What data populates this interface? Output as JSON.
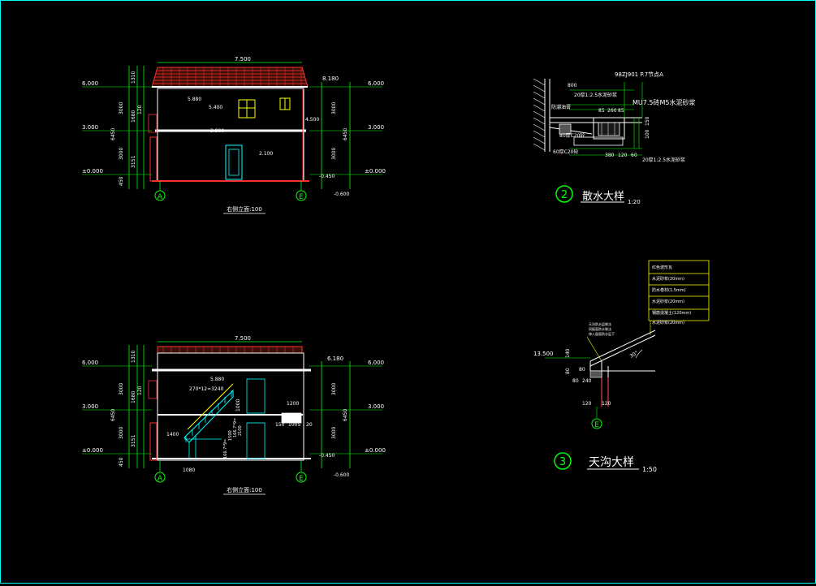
{
  "colors": {
    "background": "#000000",
    "frame": "#00ffff",
    "white": "#ffffff",
    "green": "#00ff00",
    "yellow": "#ffff00",
    "red": "#ff3030",
    "cyan": "#00ffff",
    "magenta": "#ff00ff"
  },
  "elevation": {
    "title": "右侧立面:100",
    "width_dim": "7.500",
    "ridge": "8.180",
    "levels_left": [
      "6.000",
      "3.000",
      "±0.000"
    ],
    "levels_right": [
      "6.000",
      "3.000",
      "±0.000"
    ],
    "left_dims": [
      "3000",
      "3000",
      "6450",
      "1310",
      "120",
      "1680",
      "3151",
      "450"
    ],
    "right_dims": [
      "3000",
      "3000",
      "6450"
    ],
    "inner_marks": [
      "5.880",
      "5.400",
      "4.500",
      "3.900",
      "2.100"
    ],
    "minus_marks": [
      "-0.450",
      "-0.600"
    ],
    "axes": [
      "A",
      "E"
    ]
  },
  "section": {
    "title": "右侧立面:100",
    "width_dim": "7.500",
    "ridge": "6.180",
    "levels_left": [
      "6.000",
      "3.000",
      "±0.000"
    ],
    "levels_right": [
      "6.000",
      "3.000",
      "±0.000"
    ],
    "left_dims": [
      "3000",
      "3000",
      "6450",
      "1310",
      "120",
      "1680",
      "3151",
      "450"
    ],
    "right_dims": [
      "3000",
      "3000",
      "6450"
    ],
    "marks": [
      "5.880",
      "270*12=3240",
      "1200",
      "1000",
      "1400",
      "150",
      "1005",
      "20",
      "1080",
      "-0.450",
      "-0.600"
    ],
    "stair_marks": [
      "166.7*9=",
      "1500",
      "166.7*9=",
      "2100"
    ],
    "axes": [
      "A",
      "E"
    ]
  },
  "detail2": {
    "number": "2",
    "title": "散水大样",
    "scale": "1:20",
    "labels": [
      "98ZJ901 P.7节点A",
      "800",
      "20厚1:2.5水泥砂浆",
      "85",
      "260",
      "85",
      "MU7.5砖M5水泥砂浆",
      "防潮油膏",
      "80厚C20砼",
      "60厚C20砼",
      "380",
      "120",
      "60",
      "100",
      "150",
      "20厚1:2.5水泥砂浆"
    ]
  },
  "detail3": {
    "number": "3",
    "title": "天沟大样",
    "scale": "1:50",
    "layers": [
      "红色波形瓦",
      "水泥砂浆(20mm)",
      "防水卷材(1.5mm)",
      "水泥砂浆(20mm)",
      "钢筋混凝土(120mm)",
      "水泥砂浆(20mm)"
    ],
    "notes": [
      "天沟防水层做法",
      "同屋面防水做法",
      "伸入屋面防水层下"
    ],
    "labels": [
      "13.500",
      "140",
      "80",
      "80",
      "80",
      "240",
      "120",
      "120",
      "30°"
    ],
    "axis": "E"
  }
}
